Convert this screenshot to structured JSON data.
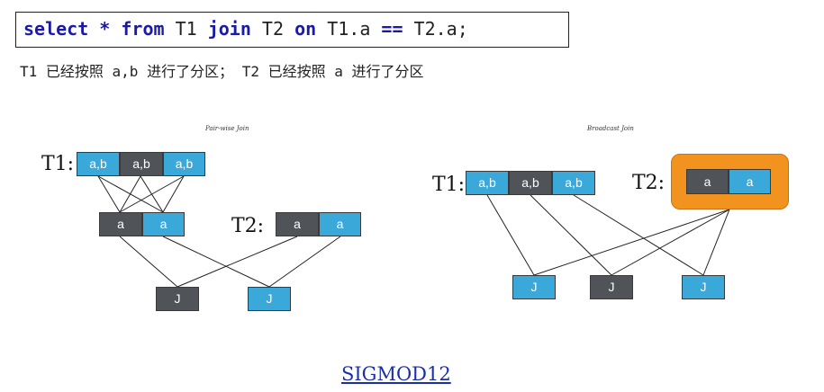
{
  "query": {
    "select": "select",
    "star": " * ",
    "from": "from",
    "t1": " T1 ",
    "join": "join",
    "t2": " T2 ",
    "on": "on",
    "lhs": " T1.a ",
    "eq": "==",
    "rhs": " T2.a;"
  },
  "description": "T1 已经按照 a,b 进行了分区； T2 已经按照 a 进行了分区",
  "pairwise": {
    "title": "Pair-wise Join",
    "t1_label": "T1:",
    "t1_cells": [
      "a,b",
      "a,b",
      "a,b"
    ],
    "mid_cells": [
      "a",
      "a"
    ],
    "t2_label": "T2:",
    "t2_cells": [
      "a",
      "a"
    ],
    "join_cells": [
      "J",
      "J"
    ]
  },
  "broadcast": {
    "title": "Broadcast Join",
    "t1_label": "T1:",
    "t1_cells": [
      "a,b",
      "a,b",
      "a,b"
    ],
    "t2_label": "T2:",
    "t2_cells": [
      "a",
      "a"
    ],
    "join_cells": [
      "J",
      "J",
      "J"
    ]
  },
  "footer_link": "SIGMOD12",
  "colors": {
    "dark": "#505458",
    "blue": "#3aa8d8",
    "highlight": "#f29320",
    "keyword": "#1a1aa6"
  }
}
